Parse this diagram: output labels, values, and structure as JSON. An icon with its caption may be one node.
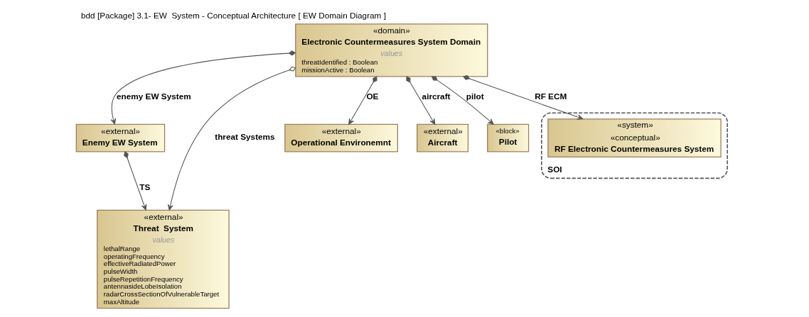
{
  "diagram": {
    "title": "bdd [Package] 3.1- EW  System - Conceptual Architecture [ EW Domain Diagram ]",
    "nodes": [
      {
        "text": [
          "«domain»",
          "Electronic Countermeasures System Domain",
          "values",
          "threatIdentified : Boolean",
          "missionActive : Boolean"
        ]
      },
      {
        "text": [
          "«external»",
          "Enemy EW System"
        ]
      },
      {
        "text": [
          "«external»",
          "Threat  System",
          "values",
          "lethalRange",
          "operatingFrequency",
          "effectiveRadiatedPower",
          "pulseWidth",
          "pulseRepetitionFrequency",
          "antennasideLobeIsolation",
          "radarCrossSectionOfVulnerableTarget",
          "maxAltitude"
        ]
      },
      {
        "text": [
          "«external»",
          "Operational Environemnt"
        ]
      },
      {
        "text": [
          "«external»",
          "Aircraft"
        ]
      },
      {
        "text": [
          "«block»",
          "Pilot"
        ]
      },
      {
        "text": [
          "SOI"
        ]
      },
      {
        "text": [
          "«system»",
          "«conceptual»",
          "RF Electronic Countermeasures System"
        ],
        "in": 6
      }
    ],
    "edges": [
      {
        "from": 0,
        "to": 2,
        "arrow": "to",
        "label": "threat Systems"
      },
      {
        "from": 0,
        "to": 1,
        "arrow": "to",
        "label": "enemy EW System"
      },
      {
        "from": 1,
        "to": 2,
        "arrow": "to",
        "label": "TS"
      },
      {
        "from": 0,
        "to": 7,
        "arrow": "to",
        "label": "RF ECM"
      },
      {
        "from": 0,
        "to": 3,
        "arrow": "to",
        "label": "OE"
      },
      {
        "from": 0,
        "to": 4,
        "arrow": "to",
        "label": "aircraft"
      },
      {
        "from": 0,
        "to": 5,
        "arrow": "to",
        "label": "pilot"
      }
    ]
  }
}
